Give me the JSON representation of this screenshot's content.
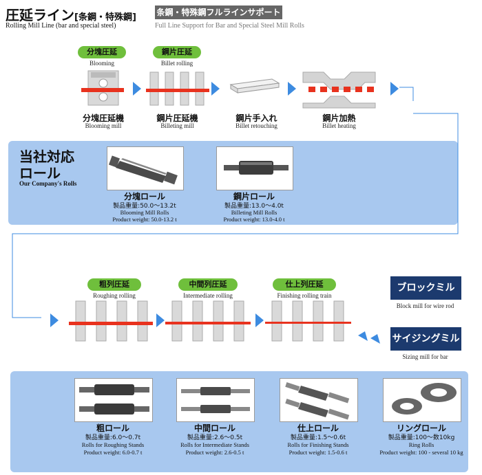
{
  "header": {
    "title_jp": "圧延ライン",
    "title_bracket": "[条鋼・特殊鋼]",
    "title_en": "Rolling Mill Line (bar and special steel)",
    "support_jp": "条鋼・特殊鋼フルラインサポート",
    "support_en": "Full Line Support for Bar and Special Steel Mill Rolls"
  },
  "stage1": {
    "blooming_badge": "分塊圧延",
    "blooming_sub": "Blooming",
    "billet_badge": "鋼片圧延",
    "billet_sub": "Billet rolling",
    "steps": [
      {
        "jp": "分塊圧延機",
        "en": "Blooming mill"
      },
      {
        "jp": "鋼片圧延機",
        "en": "Billeting mill"
      },
      {
        "jp": "鋼片手入れ",
        "en": "Billet retouching"
      },
      {
        "jp": "鋼片加熱",
        "en": "Billet heating"
      }
    ]
  },
  "company": {
    "title_line1": "当社対応",
    "title_line2": "ロール",
    "title_en": "Our Company's Rolls"
  },
  "rolls_top": [
    {
      "name": "分塊ロール",
      "weight_jp": "製品重量:50.0～13.2t",
      "en1": "Blooming Mill Rolls",
      "en2": "Product weight: 50.0-13.2 t"
    },
    {
      "name": "鋼片ロール",
      "weight_jp": "製品重量:13.0～4.0t",
      "en1": "Billeting Mill Rolls",
      "en2": "Product weight: 13.0-4.0 t"
    }
  ],
  "stage2": {
    "badges": [
      {
        "jp": "粗列圧延",
        "en": "Roughing rolling"
      },
      {
        "jp": "中間列圧延",
        "en": "Intermediate rolling"
      },
      {
        "jp": "仕上列圧延",
        "en": "Finishing rolling train"
      }
    ],
    "block_mill": "ブロックミル",
    "block_mill_en": "Block mill for wire rod",
    "sizing_mill": "サイジングミル",
    "sizing_mill_en": "Sizing mill for bar"
  },
  "rolls_bottom": [
    {
      "name": "粗ロール",
      "weight_jp": "製品重量:6.0～0.7t",
      "en1": "Rolls for Roughing Stands",
      "en2": "Product weight: 6.0-0.7 t"
    },
    {
      "name": "中間ロール",
      "weight_jp": "製品重量:2.6～0.5t",
      "en1": "Rolls for Intermediate Stands",
      "en2": "Product weight: 2.6-0.5 t"
    },
    {
      "name": "仕上ロール",
      "weight_jp": "製品重量:1.5～0.6t",
      "en1": "Rolls for Finishing Stands",
      "en2": "Product weight: 1.5-0.6 t"
    },
    {
      "name": "リングロール",
      "weight_jp": "製品重量:100～数10kg",
      "en1": "Ring Rolls",
      "en2": "Product weight: 100 - several 10 kg"
    }
  ],
  "colors": {
    "accent_green": "#6fbf3c",
    "arrow_blue": "#3d8be0",
    "panel_blue": "#a8c8ef",
    "navy": "#1c3a6e",
    "hot_steel": "#e8321e"
  }
}
